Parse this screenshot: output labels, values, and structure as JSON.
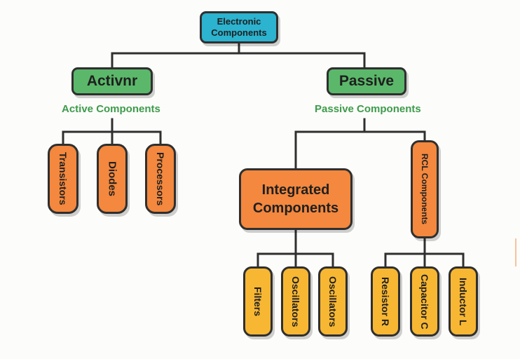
{
  "root": {
    "label_line1": "Electronic",
    "label_line2": "Components"
  },
  "active": {
    "label": "Activnr",
    "sublabel": "Active Components"
  },
  "passive": {
    "label": "Passive",
    "sublabel": "Passive Components"
  },
  "active_children": [
    "Transistors",
    "Diodes",
    "Processors"
  ],
  "integrated": {
    "label_line1": "Integrated",
    "label_line2": "Components"
  },
  "rcl": {
    "label": "RCL Components"
  },
  "integrated_children": [
    "Filters",
    "Oscillators",
    "Oscillators"
  ],
  "rcl_children": [
    "Resistor R",
    "Capacitor C",
    "Inductor L"
  ],
  "colors": {
    "root": "#2bb3cf",
    "category": "#5bb86a",
    "sublabel_text": "#3d9b4b",
    "orange_node": "#f3883e",
    "yellow_node": "#f7b733",
    "outline": "#2f2f2f"
  }
}
